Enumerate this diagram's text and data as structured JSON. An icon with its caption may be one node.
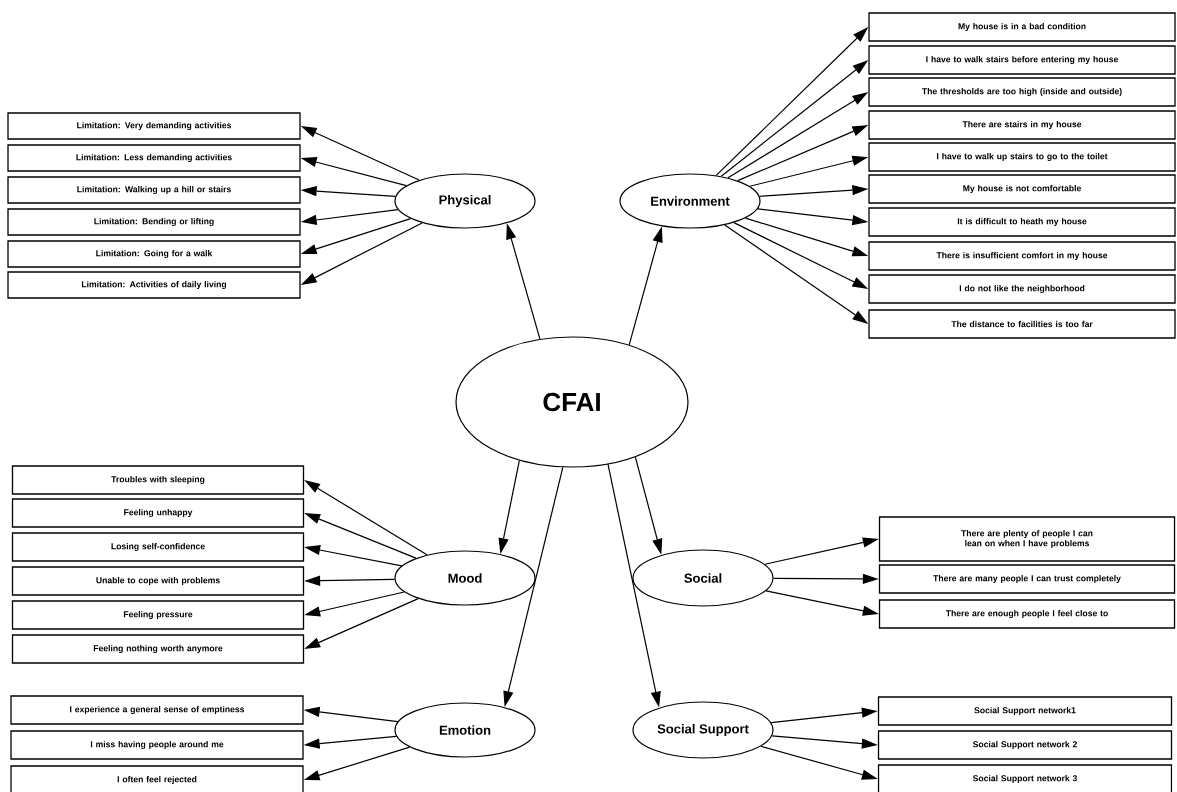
{
  "diagram": {
    "nodes": [
      {
        "text": [
          "CFAI"
        ]
      },
      {
        "text": [
          "Physical"
        ]
      },
      {
        "text": [
          "Limitation: Very demanding activities"
        ]
      },
      {
        "text": [
          "Limitation: Less demanding activities"
        ]
      },
      {
        "text": [
          "Limitation: Walking up a hill or stairs"
        ]
      },
      {
        "text": [
          "Limitation: Bending or lifting"
        ]
      },
      {
        "text": [
          "Limitation: Going for a walk"
        ]
      },
      {
        "text": [
          "Limitation: Activities of daily living"
        ]
      },
      {
        "text": [
          "Environment"
        ]
      },
      {
        "text": [
          "My house is in a bad condition"
        ]
      },
      {
        "text": [
          "I have to walk stairs before entering my house"
        ]
      },
      {
        "text": [
          "The thresholds are too high (inside and outside)"
        ]
      },
      {
        "text": [
          "There are stairs in my house"
        ]
      },
      {
        "text": [
          "I have to walk up stairs to go to the toilet"
        ]
      },
      {
        "text": [
          "My house is not comfortable"
        ]
      },
      {
        "text": [
          "It is difficult to heath my house"
        ]
      },
      {
        "text": [
          "There is insufficient comfort in my house"
        ]
      },
      {
        "text": [
          "I do not like the neighborhood"
        ]
      },
      {
        "text": [
          "The distance to facilities is too far"
        ]
      },
      {
        "text": [
          "Mood"
        ]
      },
      {
        "text": [
          "Troubles with sleeping"
        ]
      },
      {
        "text": [
          "Feeling unhappy"
        ]
      },
      {
        "text": [
          "Losing self-confidence"
        ]
      },
      {
        "text": [
          "Unable to cope with problems"
        ]
      },
      {
        "text": [
          "Feeling pressure"
        ]
      },
      {
        "text": [
          "Feeling nothing worth anymore"
        ]
      },
      {
        "text": [
          "Social"
        ]
      },
      {
        "text": [
          "There are plenty of people I can lean on when I have problems"
        ]
      },
      {
        "text": [
          "There are many people I can trust completely"
        ]
      },
      {
        "text": [
          "There are enough people I feel close to"
        ]
      },
      {
        "text": [
          "Emotion"
        ]
      },
      {
        "text": [
          "I experience a general sense of emptiness"
        ]
      },
      {
        "text": [
          "I miss having people around me"
        ]
      },
      {
        "text": [
          "I often feel rejected"
        ]
      },
      {
        "text": [
          "Social Support"
        ]
      },
      {
        "text": [
          "Social Support network1"
        ]
      },
      {
        "text": [
          "Social Support network 2"
        ]
      },
      {
        "text": [
          "Social Support network 3"
        ]
      }
    ],
    "edges": [
      {
        "from": 0,
        "to": 1,
        "arrow": "to"
      },
      {
        "from": 0,
        "to": 8,
        "arrow": "to"
      },
      {
        "from": 0,
        "to": 19,
        "arrow": "to"
      },
      {
        "from": 0,
        "to": 26,
        "arrow": "to"
      },
      {
        "from": 0,
        "to": 30,
        "arrow": "to"
      },
      {
        "from": 0,
        "to": 34,
        "arrow": "to"
      },
      {
        "from": 1,
        "to": 2,
        "arrow": "to"
      },
      {
        "from": 1,
        "to": 3,
        "arrow": "to"
      },
      {
        "from": 1,
        "to": 4,
        "arrow": "to"
      },
      {
        "from": 1,
        "to": 5,
        "arrow": "to"
      },
      {
        "from": 1,
        "to": 6,
        "arrow": "to"
      },
      {
        "from": 1,
        "to": 7,
        "arrow": "to"
      },
      {
        "from": 8,
        "to": 9,
        "arrow": "to"
      },
      {
        "from": 8,
        "to": 10,
        "arrow": "to"
      },
      {
        "from": 8,
        "to": 11,
        "arrow": "to"
      },
      {
        "from": 8,
        "to": 12,
        "arrow": "to"
      },
      {
        "from": 8,
        "to": 13,
        "arrow": "to"
      },
      {
        "from": 8,
        "to": 14,
        "arrow": "to"
      },
      {
        "from": 8,
        "to": 15,
        "arrow": "to"
      },
      {
        "from": 8,
        "to": 16,
        "arrow": "to"
      },
      {
        "from": 8,
        "to": 17,
        "arrow": "to"
      },
      {
        "from": 8,
        "to": 18,
        "arrow": "to"
      },
      {
        "from": 19,
        "to": 20,
        "arrow": "to"
      },
      {
        "from": 19,
        "to": 21,
        "arrow": "to"
      },
      {
        "from": 19,
        "to": 22,
        "arrow": "to"
      },
      {
        "from": 19,
        "to": 23,
        "arrow": "to"
      },
      {
        "from": 19,
        "to": 24,
        "arrow": "to"
      },
      {
        "from": 19,
        "to": 25,
        "arrow": "to"
      },
      {
        "from": 26,
        "to": 27,
        "arrow": "to"
      },
      {
        "from": 26,
        "to": 28,
        "arrow": "to"
      },
      {
        "from": 26,
        "to": 29,
        "arrow": "to"
      },
      {
        "from": 30,
        "to": 31,
        "arrow": "to"
      },
      {
        "from": 30,
        "to": 32,
        "arrow": "to"
      },
      {
        "from": 30,
        "to": 33,
        "arrow": "to"
      },
      {
        "from": 34,
        "to": 35,
        "arrow": "to"
      },
      {
        "from": 34,
        "to": 36,
        "arrow": "to"
      },
      {
        "from": 34,
        "to": 37,
        "arrow": "to"
      }
    ]
  }
}
